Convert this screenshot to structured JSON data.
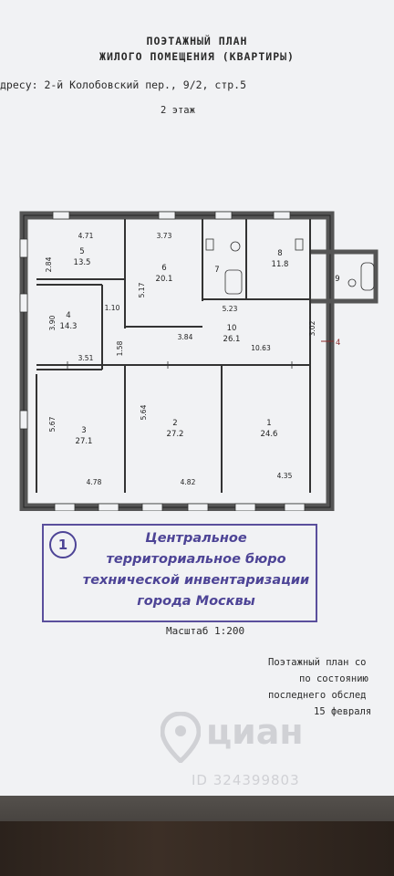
{
  "document": {
    "title_line1": "ПОЭТАЖНЫЙ ПЛАН",
    "title_line2": "ЖИЛОГО ПОМЕЩЕНИЯ (КВАРТИРЫ)",
    "address": "дресу: 2-й Колобовский пер., 9/2, стр.5",
    "floor": "2 этаж",
    "scale": "Масштаб 1:200",
    "note_lines": [
      "Поэтажный план со",
      "по состоянию",
      "последнего обслед",
      "15 февраля"
    ]
  },
  "stamp": {
    "number": "1",
    "lines": [
      "Центральное",
      "территориальное бюро",
      "технической инвентаризации",
      "города Москвы"
    ],
    "color": "#4d4496"
  },
  "watermark": {
    "brand": "циан",
    "id": "ID 324399803"
  },
  "plan": {
    "rooms": [
      {
        "num": "5",
        "area": "13.5"
      },
      {
        "num": "6",
        "area": "20.1"
      },
      {
        "num": "7",
        "area": ""
      },
      {
        "num": "8",
        "area": "11.8"
      },
      {
        "num": "9",
        "area": ""
      },
      {
        "num": "4",
        "area": "14.3"
      },
      {
        "num": "10",
        "area": "26.1"
      },
      {
        "num": "3",
        "area": "27.1"
      },
      {
        "num": "2",
        "area": "27.2"
      },
      {
        "num": "1",
        "area": "24.6"
      }
    ],
    "dims": {
      "d471": "4.71",
      "d373": "3.73",
      "d284": "2.84",
      "d517": "5.17",
      "d523": "5.23",
      "d390": "3.90",
      "d110": "1.10",
      "d351": "3.51",
      "d158": "1.58",
      "d384": "3.84",
      "d1063": "10.63",
      "d302": "3.02",
      "d567": "5.67",
      "d564": "5.64",
      "d478": "4.78",
      "d482": "4.82",
      "d435": "4.35",
      "entry": "4"
    }
  }
}
